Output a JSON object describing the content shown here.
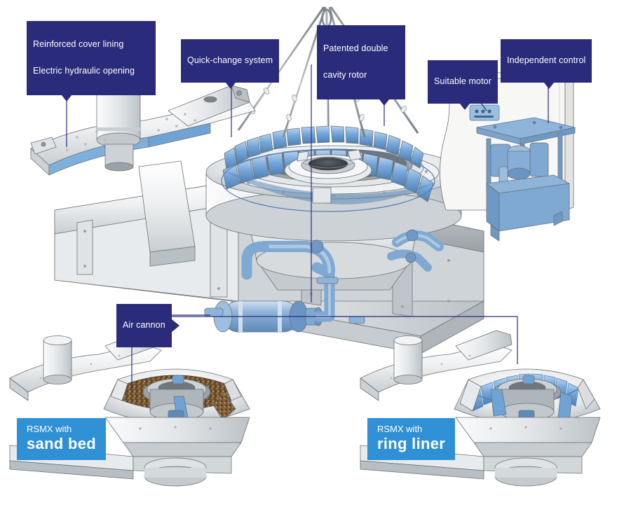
{
  "diagram": {
    "title": "RSMX vertical shaft impact crusher cutaway illustration",
    "background": "#ffffff",
    "colors": {
      "callout_navy": "#2b2b7c",
      "chip_blue": "#2f90d6",
      "part_blue": "#7aa8d4",
      "segment_blue": "#6fa3d6",
      "metal_light": "#f2f3f4",
      "metal_mid": "#d9dcdf",
      "metal_dark": "#a9b0b6",
      "sand_brown": "#7a5a36",
      "leader_line": "#2b2b7c",
      "text_white": "#ffffff"
    }
  },
  "callouts": [
    {
      "id": "reinforced-cover",
      "line1": "Reinforced cover lining",
      "line2": "Electric hydraulic opening",
      "text": "Reinforced cover lining\nElectric hydraulic opening"
    },
    {
      "id": "quick-change",
      "line1": "Quick-change system",
      "line2": "",
      "text": "Quick-change system"
    },
    {
      "id": "patented-rotor",
      "line1": "Patented double",
      "line2": "cavity rotor",
      "text": "Patented double\ncavity rotor"
    },
    {
      "id": "suitable-motor",
      "line1": "Suitable motor",
      "line2": "",
      "text": "Suitable motor"
    },
    {
      "id": "independent-control",
      "line1": "Independent control",
      "line2": "",
      "text": "Independent control"
    },
    {
      "id": "air-cannon",
      "line1": "Air cannon",
      "line2": "",
      "text": "Air cannon"
    }
  ],
  "variants": [
    {
      "id": "sand-bed",
      "prefix": "RSMX with",
      "name": "sand bed"
    },
    {
      "id": "ring-liner",
      "prefix": "RSMX with",
      "name": "ring liner"
    }
  ]
}
